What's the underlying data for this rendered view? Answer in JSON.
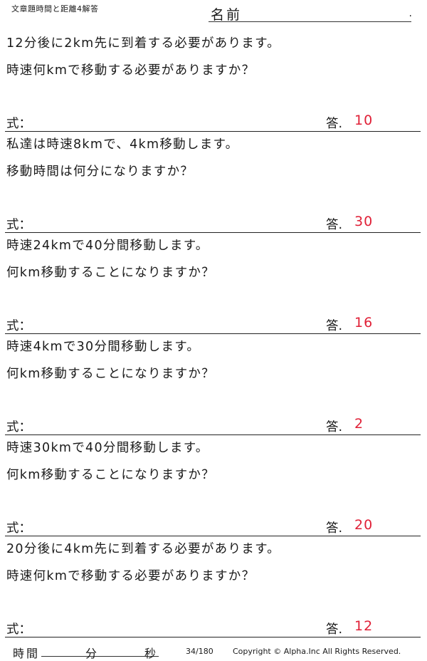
{
  "header": {
    "title": "文章題時間と距離4解答",
    "name_label": "名前",
    "name_dot": "."
  },
  "problems": [
    {
      "line1": "12分後に2km先に到着する必要があります。",
      "line2": "時速何kmで移動する必要がありますか？",
      "formula_label": "式：",
      "answer_label": "答.",
      "answer": "10"
    },
    {
      "line1": "私達は時速8kmで、4km移動します。",
      "line2": "移動時間は何分になりますか？",
      "formula_label": "式：",
      "answer_label": "答.",
      "answer": "30"
    },
    {
      "line1": "時速24kmで40分間移動します。",
      "line2": "何km移動することになりますか？",
      "formula_label": "式：",
      "answer_label": "答.",
      "answer": "16"
    },
    {
      "line1": "時速4kmで30分間移動します。",
      "line2": "何km移動することになりますか？",
      "formula_label": "式：",
      "answer_label": "答.",
      "answer": "2"
    },
    {
      "line1": "時速30kmで40分間移動します。",
      "line2": "何km移動することになりますか？",
      "formula_label": "式：",
      "answer_label": "答.",
      "answer": "20"
    },
    {
      "line1": "20分後に4km先に到着する必要があります。",
      "line2": "時速何kmで移動する必要がありますか？",
      "formula_label": "式：",
      "answer_label": "答.",
      "answer": "12"
    }
  ],
  "footer": {
    "time_label": "時間",
    "minutes_label": "分",
    "seconds_label": "秒",
    "page": "34/180",
    "copyright": "Copyright ©  Alpha.Inc All Rights Reserved."
  },
  "colors": {
    "answer": "#e02037",
    "text": "#1a1a1a"
  }
}
